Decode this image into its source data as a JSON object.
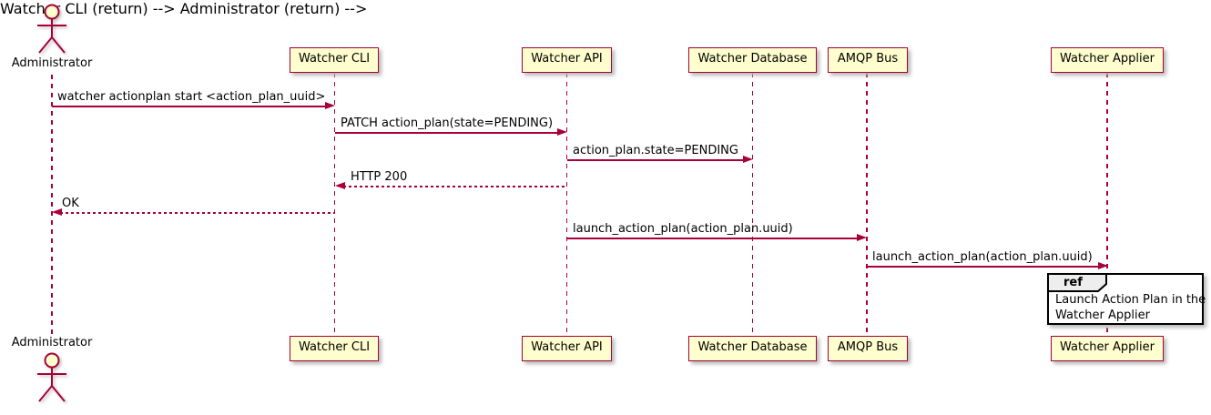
{
  "diagram": {
    "type": "sequence-diagram",
    "colors": {
      "accent": "#A80036",
      "participant_fill": "#FEFECE",
      "ref_header_fill": "#EEEEEE",
      "ref_border": "#000000",
      "text": "#000000",
      "background": "#FFFFFF"
    },
    "actor": {
      "name": "Administrator"
    },
    "participants": [
      {
        "name": "Watcher CLI"
      },
      {
        "name": "Watcher API"
      },
      {
        "name": "Watcher Database"
      },
      {
        "name": "AMQP Bus"
      },
      {
        "name": "Watcher Applier"
      }
    ],
    "messages": [
      {
        "from": "Administrator",
        "to": "Watcher CLI",
        "label": "watcher actionplan start <action_plan_uuid>",
        "style": "solid"
      },
      {
        "from": "Watcher CLI",
        "to": "Watcher API",
        "label": "PATCH action_plan(state=PENDING)",
        "style": "solid"
      },
      {
        "from": "Watcher API",
        "to": "Watcher Database",
        "label": "action_plan.state=PENDING",
        "style": "solid"
      },
      {
        "from": "Watcher API",
        "to": "Watcher CLI",
        "label": "HTTP 200",
        "style": "dotted-return"
      },
      {
        "from": "Watcher CLI",
        "to": "Administrator",
        "label": "OK",
        "style": "dotted-return"
      },
      {
        "from": "Watcher API",
        "to": "AMQP Bus",
        "label": "launch_action_plan(action_plan.uuid)",
        "style": "solid"
      },
      {
        "from": "AMQP Bus",
        "to": "Watcher Applier",
        "label": "launch_action_plan(action_plan.uuid)",
        "style": "solid"
      }
    ],
    "ref": {
      "keyword": "ref",
      "lines": [
        "Launch Action Plan in the",
        "Watcher Applier"
      ]
    }
  }
}
